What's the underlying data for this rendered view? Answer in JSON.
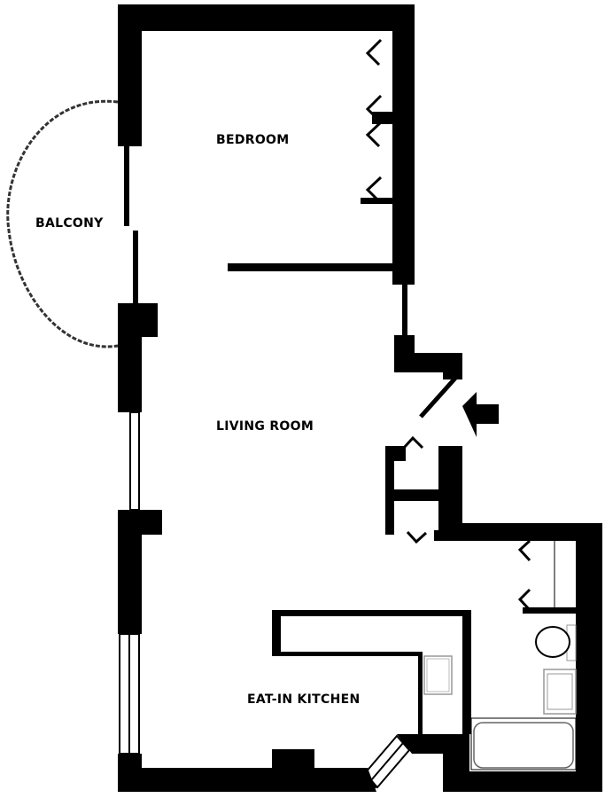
{
  "rooms": {
    "bedroom": "BEDROOM",
    "balcony": "BALCONY",
    "living_room": "LIVING ROOM",
    "kitchen": "EAT-IN KITCHEN"
  },
  "colors": {
    "wall": "#000000",
    "fixture": "#999999",
    "background": "#ffffff"
  }
}
